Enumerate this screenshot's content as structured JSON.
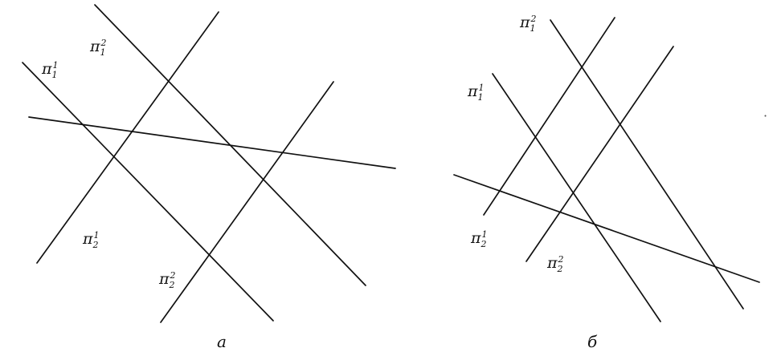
{
  "panels": {
    "a": {
      "caption": "а",
      "labels": [
        {
          "symbol": "π",
          "sub": "1",
          "sup": "1"
        },
        {
          "symbol": "π",
          "sub": "1",
          "sup": "2"
        },
        {
          "symbol": "π",
          "sub": "2",
          "sup": "1"
        },
        {
          "symbol": "π",
          "sub": "2",
          "sup": "2"
        }
      ]
    },
    "b": {
      "caption": "б",
      "labels": [
        {
          "symbol": "π",
          "sub": "1",
          "sup": "2"
        },
        {
          "symbol": "π",
          "sub": "1",
          "sup": "1"
        },
        {
          "symbol": "π",
          "sub": "2",
          "sup": "1"
        },
        {
          "symbol": "π",
          "sub": "2",
          "sup": "2"
        }
      ]
    }
  },
  "edge_mark": "·"
}
